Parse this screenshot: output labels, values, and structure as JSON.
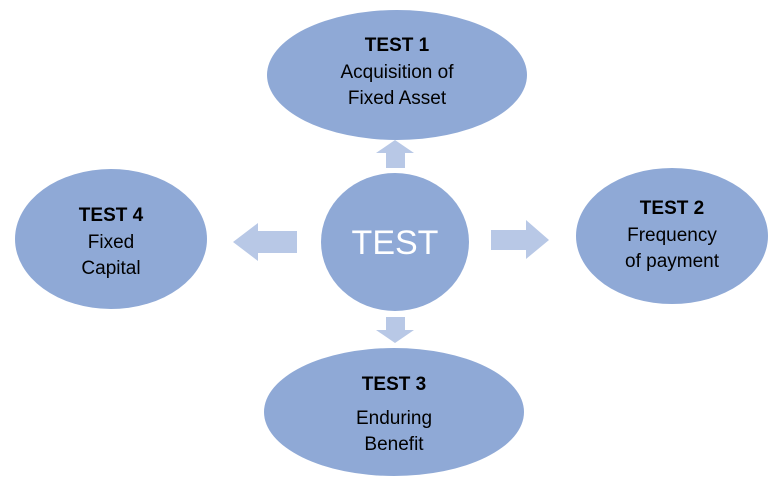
{
  "colors": {
    "node_fill": "#8FA9D6",
    "center_fill": "#8FA9D6",
    "arrow_fill": "#B8C8E6",
    "node_text": "#000000",
    "center_text": "#FFFFFF"
  },
  "center": {
    "label": "TEST"
  },
  "nodes": {
    "top": {
      "title": "TEST 1",
      "line1": "Acquisition of",
      "line2": "Fixed Asset"
    },
    "right": {
      "title": "TEST 2",
      "line1": "Frequency",
      "line2": "of payment"
    },
    "bottom": {
      "title": "TEST 3",
      "line1": "Enduring",
      "line2": "Benefit"
    },
    "left": {
      "title": "TEST 4",
      "line1": "Fixed",
      "line2": "Capital"
    }
  }
}
